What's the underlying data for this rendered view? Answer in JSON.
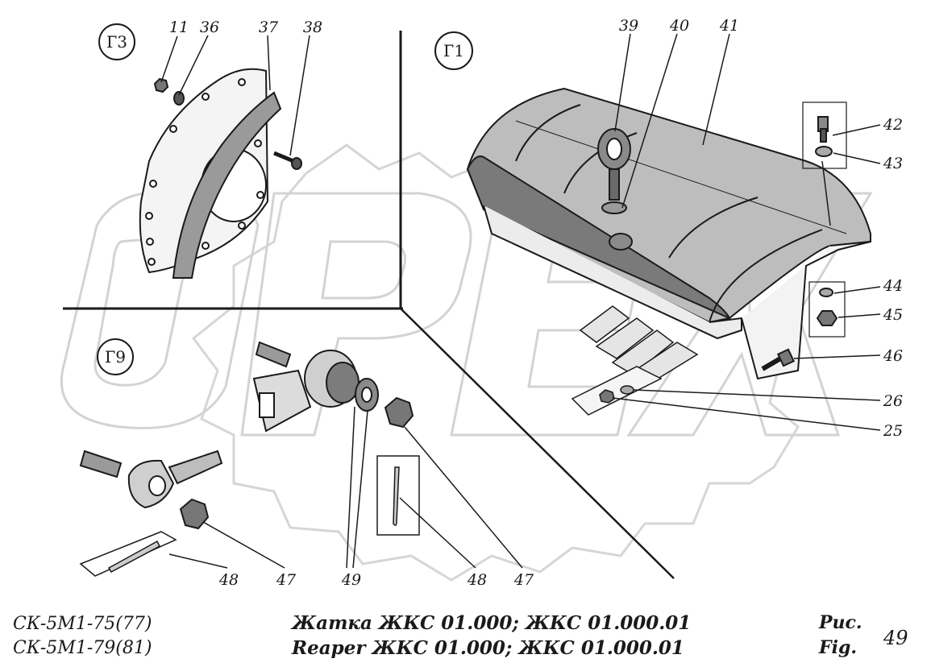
{
  "sections": {
    "g3": "Г3",
    "g1": "Г1",
    "g9": "Г9"
  },
  "labels": {
    "n11": "11",
    "n36": "36",
    "n37": "37",
    "n38": "38",
    "n39": "39",
    "n40": "40",
    "n41": "41",
    "n42": "42",
    "n43": "43",
    "n44": "44",
    "n45": "45",
    "n46": "46",
    "n26": "26",
    "n25": "25",
    "n48a": "48",
    "n47a": "47",
    "n49": "49",
    "n48b": "48",
    "n47b": "47"
  },
  "caption": {
    "model_line1": "СК-5М1-75(77)",
    "model_line2": "СК-5М1-79(81)",
    "title_ru": "Жатка ЖКС 01.000; ЖКС 01.000.01",
    "title_en": "Reaper ЖКС 01.000; ЖКС 01.000.01",
    "fig_ru": "Рис.",
    "fig_en": "Fig.",
    "fig_number": "49"
  },
  "watermark": "OPEX",
  "colors": {
    "ink": "#1a1a1a",
    "watermark": "#d9d9d9"
  }
}
